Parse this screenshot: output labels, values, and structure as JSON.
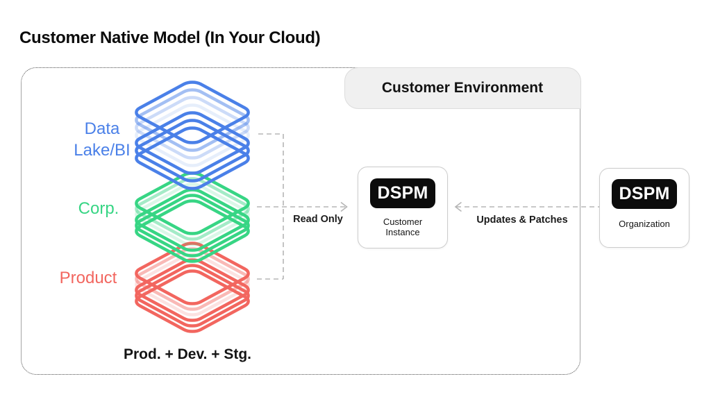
{
  "title": "Customer Native Model (In Your Cloud)",
  "environment": {
    "badge_label": "Customer Environment"
  },
  "stacks": {
    "data_lake": {
      "label_lines": [
        "Data",
        "Lake/BI"
      ],
      "color": "#4a80e8"
    },
    "corp": {
      "label": "Corp.",
      "color": "#37d584"
    },
    "product": {
      "label": "Product",
      "color": "#f2665f"
    },
    "footer_label": "Prod. + Dev. + Stg."
  },
  "connections": {
    "read_only_label": "Read Only",
    "updates_label": "Updates & Patches",
    "connector_color": "#b5b5b5"
  },
  "nodes": {
    "customer_instance": {
      "badge": "DSPM",
      "caption_lines": [
        "Customer",
        "Instance"
      ]
    },
    "organization": {
      "badge": "DSPM",
      "caption": "Organization"
    }
  },
  "colors": {
    "env_badge_bg": "#f0f0f0",
    "dspm_badge_bg": "#0c0c0c",
    "outer_border": "#4a4a4a"
  }
}
